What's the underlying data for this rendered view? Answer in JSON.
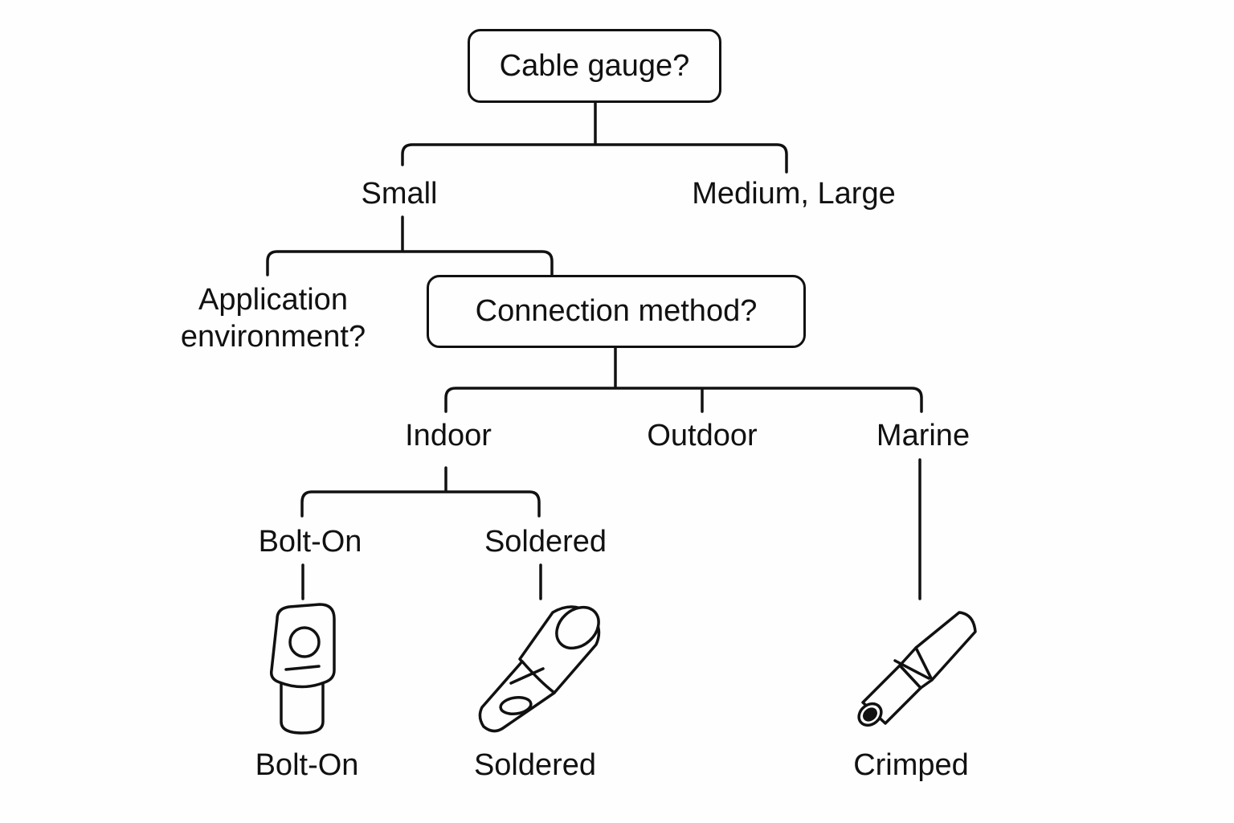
{
  "root": {
    "question": "Cable gauge?"
  },
  "gauge_branches": {
    "small": "Small",
    "medium_large": "Medium, Large"
  },
  "small_branches": {
    "application_environment": "Application\nenvironment?",
    "connection_method": "Connection method?"
  },
  "environments": {
    "indoor": "Indoor",
    "outdoor": "Outdoor",
    "marine": "Marine"
  },
  "indoor_methods": {
    "bolt_on": "Bolt-On",
    "soldered": "Soldered"
  },
  "results": {
    "bolt_on": "Bolt-On",
    "soldered": "Soldered",
    "crimped": "Crimped"
  },
  "icons": {
    "bolt_on": "ring-terminal-lug-icon",
    "soldered": "soldered-lug-icon",
    "crimped": "crimp-sleeve-icon"
  }
}
